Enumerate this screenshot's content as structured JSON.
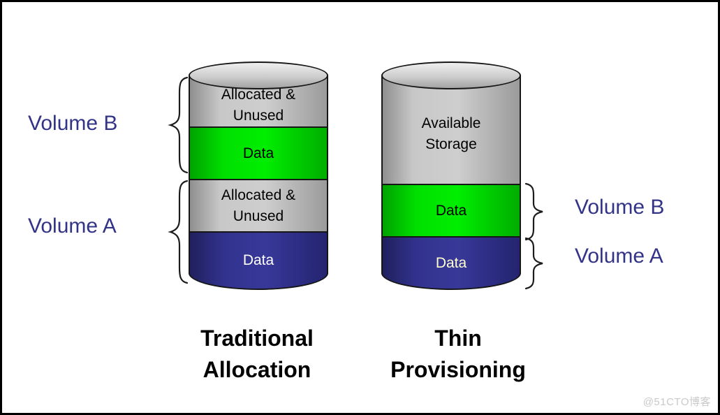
{
  "colors": {
    "canvas_border": "#000000",
    "gray_section": "#c0c0c0",
    "green_section": "#00dd00",
    "navy_section": "#32328e",
    "volume_label_blue": "#333388",
    "title_text": "#000000",
    "data_text_left": "#ffffff",
    "data_text_right_bottom": "#ffffcc",
    "watermark_text": "#c9c9c9"
  },
  "left_labels": {
    "volume_b": "Volume B",
    "volume_a": "Volume A"
  },
  "right_labels": {
    "volume_b": "Volume B",
    "volume_a": "Volume A"
  },
  "traditional": {
    "title": "Traditional\nAllocation",
    "sections": [
      {
        "label": "Allocated &\nUnused",
        "color": "gray"
      },
      {
        "label": "Data",
        "color": "green"
      },
      {
        "label": "Allocated &\nUnused",
        "color": "gray"
      },
      {
        "label": "Data",
        "color": "navy"
      }
    ]
  },
  "thin": {
    "title": "Thin\nProvisioning",
    "sections": [
      {
        "label": "Available\nStorage",
        "color": "gray"
      },
      {
        "label": "Data",
        "color": "green"
      },
      {
        "label": "Data",
        "color": "navy"
      }
    ]
  },
  "watermark": "@51CTO博客"
}
